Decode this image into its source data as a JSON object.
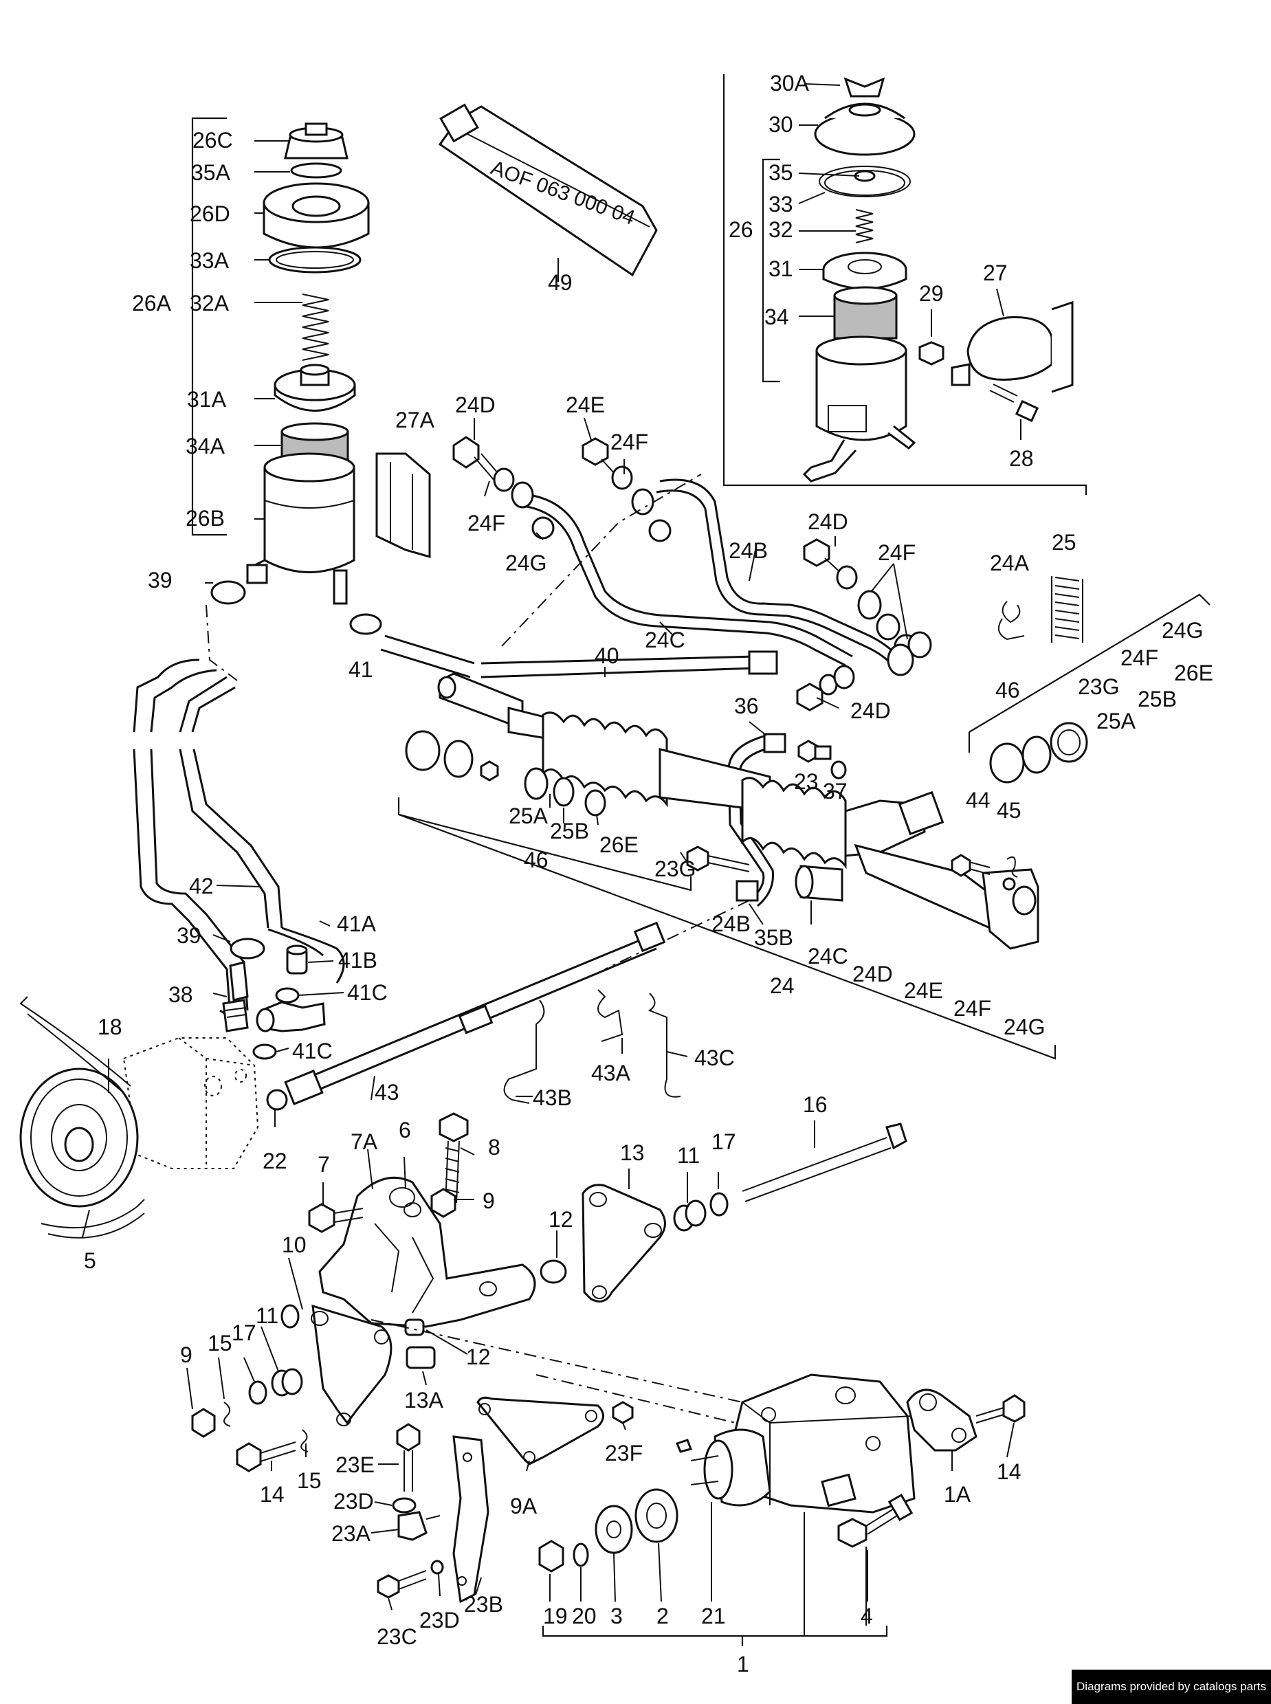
{
  "credit": "Diagrams provided by catalogs parts",
  "tube_code": "AOF 063 000 04",
  "labels": {
    "l26C": "26C",
    "l35A": "35A",
    "l26D": "26D",
    "l33A": "33A",
    "l26A": "26A",
    "l32A": "32A",
    "l31A": "31A",
    "l34A": "34A",
    "l26B": "26B",
    "l27A": "27A",
    "l39a": "39",
    "l41a": "41",
    "l49": "49",
    "l30A": "30A",
    "l30": "30",
    "l35": "35",
    "l33": "33",
    "l26": "26",
    "l32": "32",
    "l31": "31",
    "l34": "34",
    "l29": "29",
    "l27": "27",
    "l28": "28",
    "l24D1": "24D",
    "l24E1": "24E",
    "l24F1": "24F",
    "l24F2": "24F",
    "l24G1": "24G",
    "l24D2": "24D",
    "l24F3": "24F",
    "l24B1": "24B",
    "l24C1": "24C",
    "l40": "40",
    "l24D3": "24D",
    "l24A": "24A",
    "l25": "25",
    "l24G2": "24G",
    "l24F4": "24F",
    "l26E1": "26E",
    "l46a": "46",
    "l23G1": "23G",
    "l25B1": "25B",
    "l25A1": "25A",
    "l36": "36",
    "l23a": "23",
    "l37": "37",
    "l44": "44",
    "l45": "45",
    "l25A2": "25A",
    "l25B2": "25B",
    "l26E2": "26E",
    "l46b": "46",
    "l23G2": "23G",
    "l24B2": "24B",
    "l35B": "35B",
    "l24C2": "24C",
    "l24D4": "24D",
    "l24": "24",
    "l24E2": "24E",
    "l24F5": "24F",
    "l24G3": "24G",
    "l42": "42",
    "l41A": "41A",
    "l39b": "39",
    "l41B": "41B",
    "l38": "38",
    "l41C1": "41C",
    "l41C2": "41C",
    "l18": "18",
    "l43": "43",
    "l43B": "43B",
    "l43A": "43A",
    "l43C": "43C",
    "l22": "22",
    "l5": "5",
    "l16": "16",
    "l8": "8",
    "l6": "6",
    "l7A": "7A",
    "l7": "7",
    "l9a": "9",
    "l13": "13",
    "l11a": "11",
    "l17a": "17",
    "l12a": "12",
    "l10": "10",
    "l9b": "9",
    "l15a": "15",
    "l17b": "17",
    "l11b": "11",
    "l12b": "12",
    "l13A": "13A",
    "l14a": "14",
    "l15b": "15",
    "l23E": "23E",
    "l23D1": "23D",
    "l23A": "23A",
    "l23C": "23C",
    "l23D2": "23D",
    "l23B": "23B",
    "l9A": "9A",
    "l23F": "23F",
    "l19": "19",
    "l20": "20",
    "l3": "3",
    "l2": "2",
    "l21": "21",
    "l4": "4",
    "l1": "1",
    "l1A": "1A",
    "l14b": "14"
  }
}
